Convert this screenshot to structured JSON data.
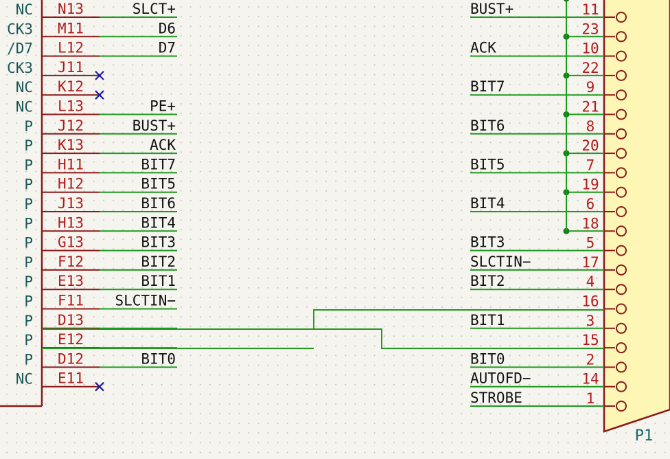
{
  "colors": {
    "background": "#f5f4ef",
    "wire": "#1e9a1e",
    "symbol_outline": "#8a1a1a",
    "pin_number": "#b11a1a",
    "pin_name": "#1a5858",
    "label_text": "#111111",
    "no_connect": "#1a1aa0",
    "connector_fill": "#fdf6b4",
    "junction": "#128012"
  },
  "left_ic": {
    "rows": [
      {
        "name": "NC",
        "pin": "N13",
        "label": "SLCT+",
        "nc": false
      },
      {
        "name": "CK3",
        "pin": "M11",
        "label": "D6",
        "nc": false
      },
      {
        "name": "/D7",
        "pin": "L12",
        "label": "D7",
        "nc": false
      },
      {
        "name": "CK3",
        "pin": "J11",
        "label": "",
        "nc": true
      },
      {
        "name": "NC",
        "pin": "K12",
        "label": "",
        "nc": true
      },
      {
        "name": "NC",
        "pin": "L13",
        "label": "PE+",
        "nc": false
      },
      {
        "name": "P",
        "pin": "J12",
        "label": "BUST+",
        "nc": false
      },
      {
        "name": "P",
        "pin": "K13",
        "label": "ACK",
        "nc": false
      },
      {
        "name": "P",
        "pin": "H11",
        "label": "BIT7",
        "nc": false
      },
      {
        "name": "P",
        "pin": "H12",
        "label": "BIT5",
        "nc": false
      },
      {
        "name": "P",
        "pin": "J13",
        "label": "BIT6",
        "nc": false
      },
      {
        "name": "P",
        "pin": "H13",
        "label": "BIT4",
        "nc": false
      },
      {
        "name": "P",
        "pin": "G13",
        "label": "BIT3",
        "nc": false
      },
      {
        "name": "P",
        "pin": "F12",
        "label": "BIT2",
        "nc": false
      },
      {
        "name": "P",
        "pin": "E13",
        "label": "BIT1",
        "nc": false
      },
      {
        "name": "P",
        "pin": "F11",
        "label": "SLCTIN−",
        "nc": false
      },
      {
        "name": "P",
        "pin": "D13",
        "label": "",
        "nc": false
      },
      {
        "name": "P",
        "pin": "E12",
        "label": "",
        "nc": false
      },
      {
        "name": "P",
        "pin": "D12",
        "label": "BIT0",
        "nc": false
      },
      {
        "name": "NC",
        "pin": "E11",
        "label": "",
        "nc": true
      }
    ]
  },
  "connector": {
    "ref": "P1",
    "rows": [
      {
        "label": "BUST+",
        "pin": "11"
      },
      {
        "label": "",
        "pin": "23"
      },
      {
        "label": "ACK",
        "pin": "10"
      },
      {
        "label": "",
        "pin": "22"
      },
      {
        "label": "BIT7",
        "pin": "9"
      },
      {
        "label": "",
        "pin": "21"
      },
      {
        "label": "BIT6",
        "pin": "8"
      },
      {
        "label": "",
        "pin": "20"
      },
      {
        "label": "BIT5",
        "pin": "7"
      },
      {
        "label": "",
        "pin": "19"
      },
      {
        "label": "BIT4",
        "pin": "6"
      },
      {
        "label": "",
        "pin": "18"
      },
      {
        "label": "BIT3",
        "pin": "5"
      },
      {
        "label": "SLCTIN−",
        "pin": "17"
      },
      {
        "label": "BIT2",
        "pin": "4"
      },
      {
        "label": "",
        "pin": "16"
      },
      {
        "label": "BIT1",
        "pin": "3"
      },
      {
        "label": "",
        "pin": "15"
      },
      {
        "label": "BIT0",
        "pin": "2"
      },
      {
        "label": "AUTOFD−",
        "pin": "14"
      },
      {
        "label": "STROBE",
        "pin": "1"
      }
    ]
  }
}
